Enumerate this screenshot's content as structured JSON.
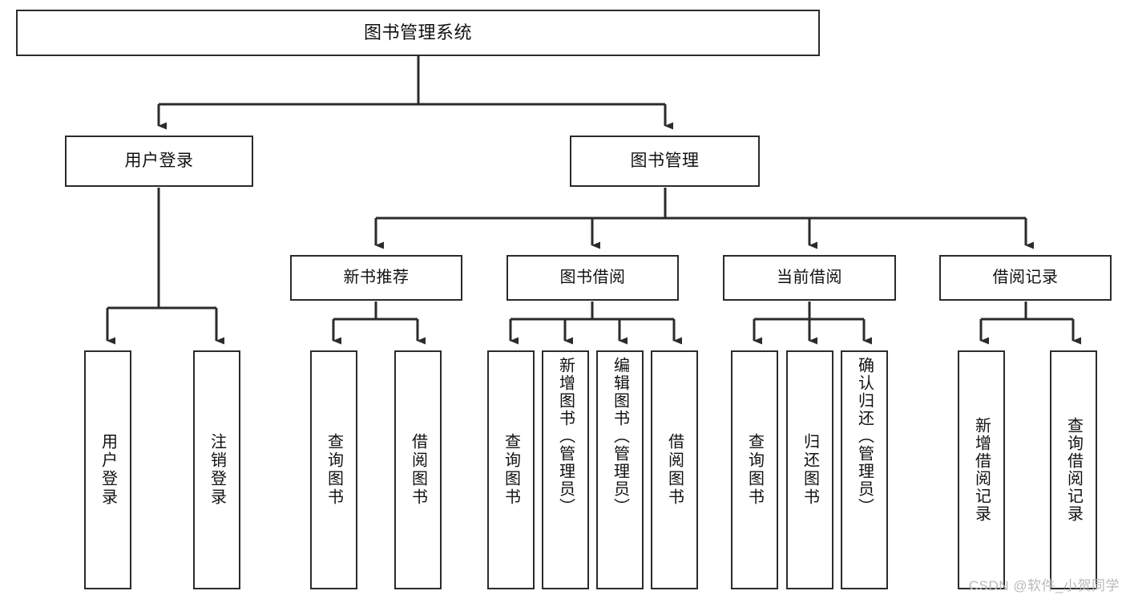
{
  "diagram": {
    "title": "图书管理系统",
    "type": "tree-hierarchy",
    "root": {
      "id": "root",
      "label": "图书管理系统"
    },
    "level2": [
      {
        "id": "user-login",
        "label": "用户登录"
      },
      {
        "id": "book-manage",
        "label": "图书管理"
      }
    ],
    "level3": [
      {
        "id": "new-book-rec",
        "label": "新书推荐",
        "parent": "book-manage"
      },
      {
        "id": "book-borrow",
        "label": "图书借阅",
        "parent": "book-manage"
      },
      {
        "id": "current-borrow",
        "label": "当前借阅",
        "parent": "book-manage"
      },
      {
        "id": "borrow-record",
        "label": "借阅记录",
        "parent": "book-manage"
      }
    ],
    "leaves": [
      {
        "id": "leaf-user-login",
        "label": "用户登录",
        "parent": "user-login"
      },
      {
        "id": "leaf-logout",
        "label": "注销登录",
        "parent": "user-login"
      },
      {
        "id": "leaf-query-book-1",
        "label": "查询图书",
        "parent": "new-book-rec"
      },
      {
        "id": "leaf-borrow-book-1",
        "label": "借阅图书",
        "parent": "new-book-rec"
      },
      {
        "id": "leaf-query-book-2",
        "label": "查询图书",
        "parent": "book-borrow"
      },
      {
        "id": "leaf-add-book",
        "label": "新增图书（管理员）",
        "parent": "book-borrow"
      },
      {
        "id": "leaf-edit-book",
        "label": "编辑图书（管理员）",
        "parent": "book-borrow"
      },
      {
        "id": "leaf-borrow-book-2",
        "label": "借阅图书",
        "parent": "book-borrow"
      },
      {
        "id": "leaf-query-book-3",
        "label": "查询图书",
        "parent": "current-borrow"
      },
      {
        "id": "leaf-return-book",
        "label": "归还图书",
        "parent": "current-borrow"
      },
      {
        "id": "leaf-confirm-return",
        "label": "确认归还（管理员）",
        "parent": "current-borrow"
      },
      {
        "id": "leaf-add-record",
        "label": "新增借阅记录",
        "parent": "borrow-record"
      },
      {
        "id": "leaf-query-record",
        "label": "查询借阅记录",
        "parent": "borrow-record"
      }
    ]
  },
  "watermark": {
    "text": "CSDN @软件_小贺同学"
  },
  "colors": {
    "background": "#ffffff",
    "box_border": "#2b2b2b",
    "box_fill": "#ffffff",
    "text": "#111111",
    "connector": "#2b2b2b",
    "watermark": "#b9b9b9"
  }
}
